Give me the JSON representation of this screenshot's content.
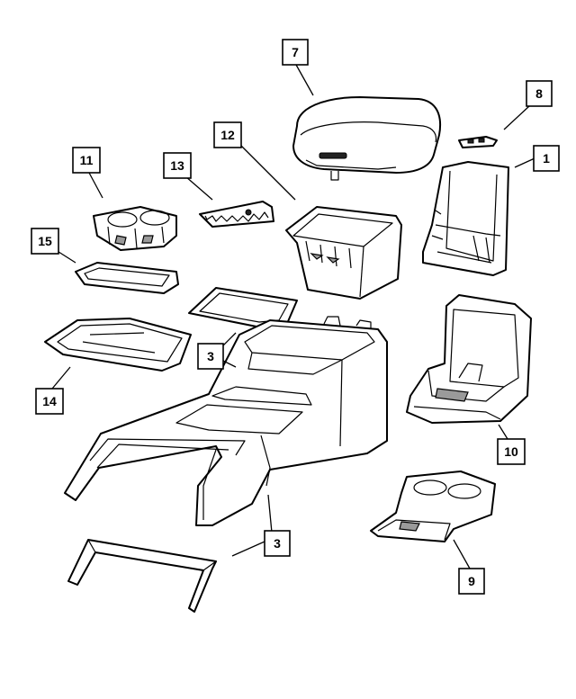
{
  "callouts": [
    {
      "id": "c7",
      "number": "7"
    },
    {
      "id": "c8",
      "number": "8"
    },
    {
      "id": "c12",
      "number": "12"
    },
    {
      "id": "c11",
      "number": "11"
    },
    {
      "id": "c13",
      "number": "13"
    },
    {
      "id": "c1",
      "number": "1"
    },
    {
      "id": "c15",
      "number": "15"
    },
    {
      "id": "c3a",
      "number": "3"
    },
    {
      "id": "c14",
      "number": "14"
    },
    {
      "id": "c10",
      "number": "10"
    },
    {
      "id": "c3b",
      "number": "3"
    },
    {
      "id": "c9",
      "number": "9"
    }
  ],
  "colors": {
    "line": "#000000",
    "background": "#ffffff",
    "shade": "#9a9a9a"
  }
}
